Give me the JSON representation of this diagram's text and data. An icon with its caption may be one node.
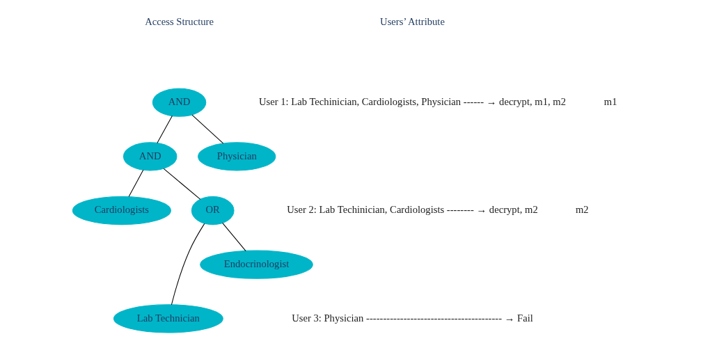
{
  "diagram": {
    "nodes": [
      {
        "text": [
          "AND"
        ]
      },
      {
        "text": [
          "AND"
        ]
      },
      {
        "text": [
          "Physician"
        ]
      },
      {
        "text": [
          "Cardiologists"
        ]
      },
      {
        "text": [
          "OR"
        ]
      },
      {
        "text": [
          "Lab Technician"
        ]
      },
      {
        "text": [
          "Endocrinologist"
        ]
      }
    ],
    "edges": [
      {
        "from": 0,
        "to": 1,
        "arrow": "none"
      },
      {
        "from": 0,
        "to": 2,
        "arrow": "none"
      },
      {
        "from": 1,
        "to": 3,
        "arrow": "none"
      },
      {
        "from": 1,
        "to": 4,
        "arrow": "none"
      },
      {
        "from": 4,
        "to": 5,
        "arrow": "none"
      },
      {
        "from": 4,
        "to": 6,
        "arrow": "none"
      }
    ],
    "labels": [
      "Users’ Attribute",
      "Access Structure",
      "User 1: Lab Techinician, Cardiologists, Physician ------ → decrypt, m1, m2",
      "m1",
      "User 2: Lab Techinician, Cardiologists -------- → decrypt, m2",
      "m2",
      "User 3: Physician ---------------------------------------- → Fail"
    ]
  }
}
